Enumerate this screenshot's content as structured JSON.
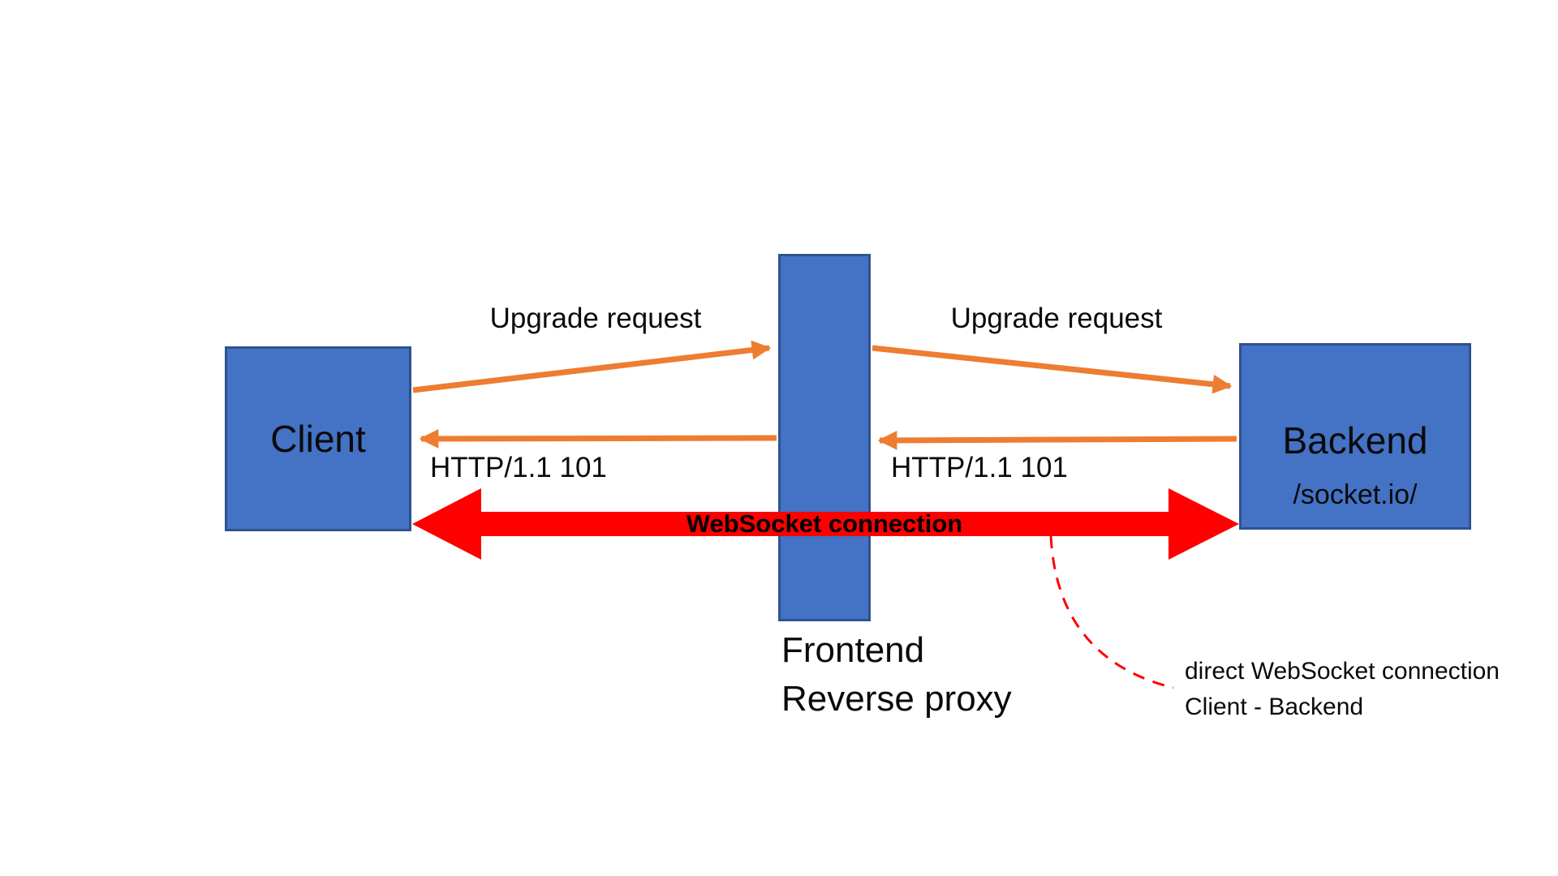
{
  "title": "WebSocket reverse proxy diagram",
  "colors": {
    "node_fill": "#4472C4",
    "node_border": "#2F528F",
    "orange_arrow": "#ED7D31",
    "red_arrow": "#FF0000",
    "label_text": "#000000"
  },
  "nodes": {
    "client": {
      "label": "Client"
    },
    "proxy": {
      "label_line1": "Frontend",
      "label_line2": "Reverse proxy"
    },
    "backend": {
      "label": "Backend",
      "sublabel": "/socket.io/"
    }
  },
  "edges": {
    "upgrade_left_label": "Upgrade request",
    "upgrade_right_label": "Upgrade request",
    "http101_left_label": "HTTP/1.1 101",
    "http101_right_label": "HTTP/1.1 101",
    "websocket_label": "WebSocket connection",
    "annotation_line1": "direct WebSocket connection",
    "annotation_line2": "Client - Backend"
  }
}
